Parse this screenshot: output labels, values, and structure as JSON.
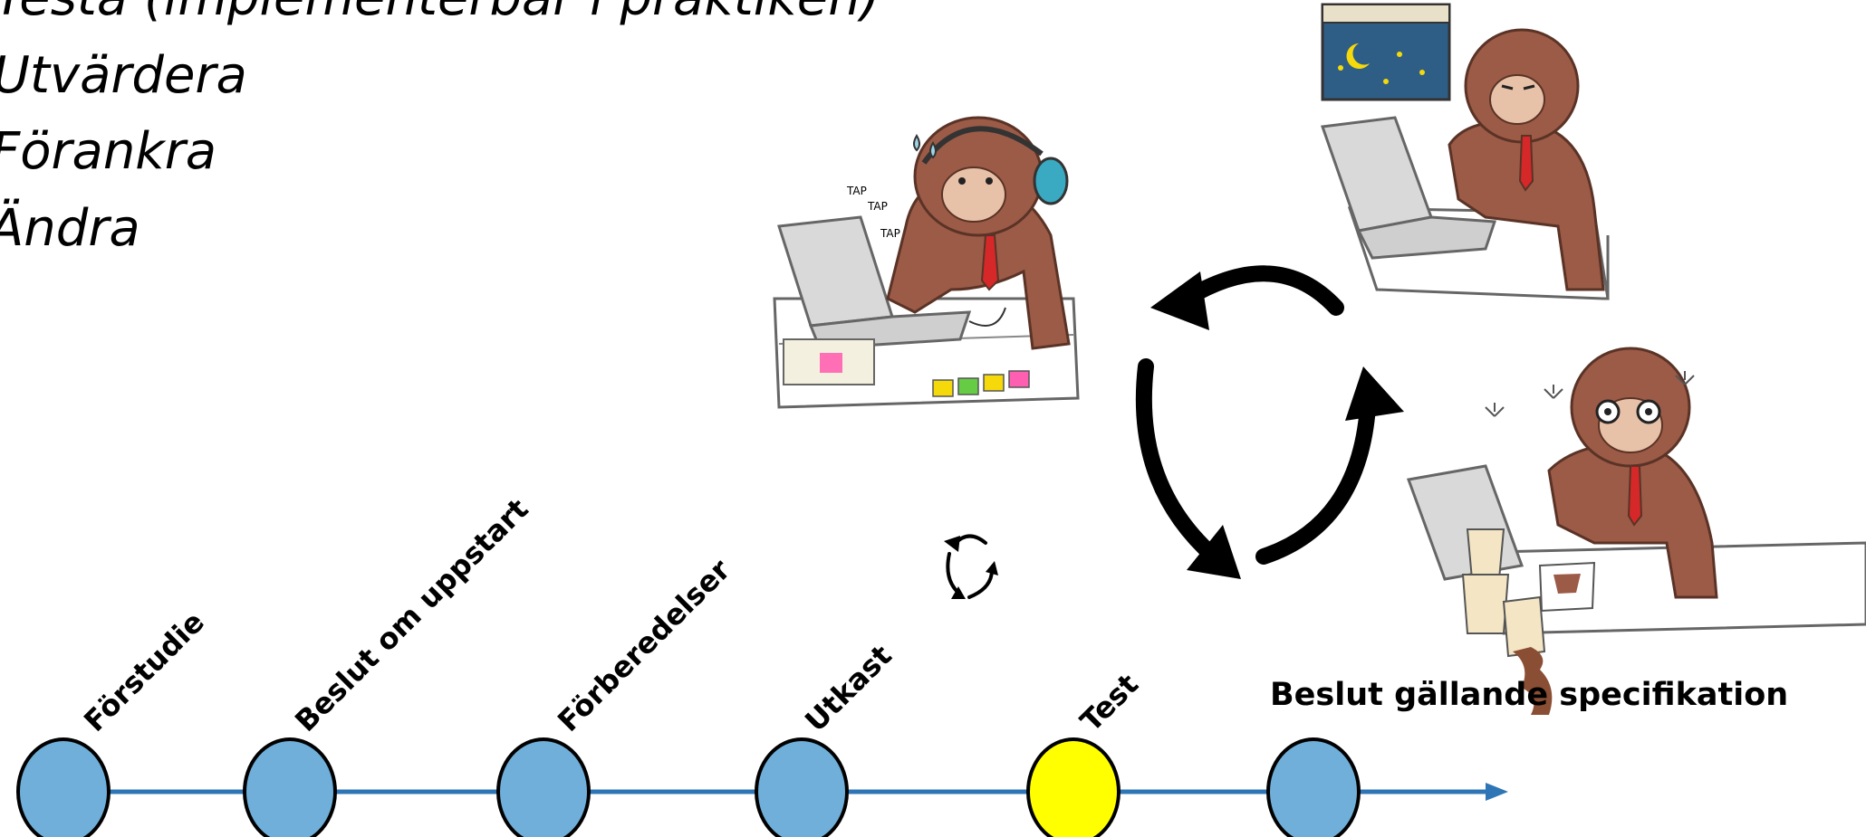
{
  "steps": [
    "Testa (implementerbar i praktiken)",
    "Utvärdera",
    "Förankra",
    "Ändra"
  ],
  "timeline": {
    "stages": [
      {
        "label": "Förstudie",
        "color": "#6FAFD9"
      },
      {
        "label": "Beslut om uppstart",
        "color": "#6FAFD9"
      },
      {
        "label": "Förberedelser",
        "color": "#6FAFD9"
      },
      {
        "label": "Utkast",
        "color": "#6FAFD9"
      },
      {
        "label": "Test",
        "color": "#FFFF00"
      },
      {
        "label": "Beslut gällande specifikation",
        "color": "#6FAFD9"
      }
    ],
    "line_color": "#2E75B6"
  },
  "illustration": {
    "tap_words": [
      "TAP",
      "TAP",
      "TAP"
    ],
    "fur_color": "#9B5B47",
    "tie_color": "#D62828"
  },
  "icons": [
    "cycle-arrows-icon",
    "small-cycle-icon",
    "monkey-typing-illustration",
    "monkey-night-illustration",
    "monkey-tired-illustration"
  ]
}
